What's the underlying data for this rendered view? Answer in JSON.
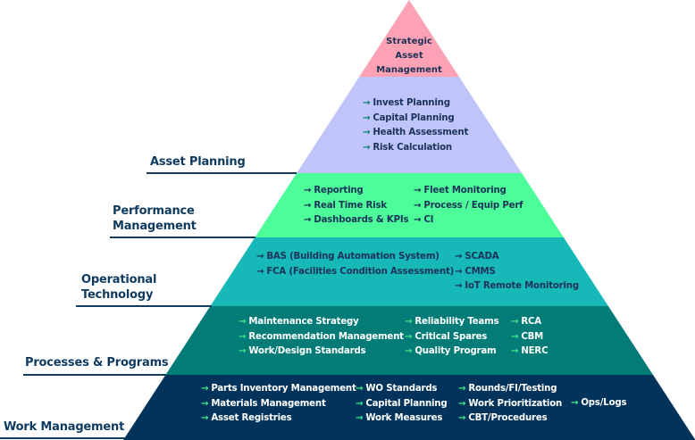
{
  "colors": {
    "tier1": "#fca2b4",
    "tier2": "#bfc5fb",
    "tier3": "#4cfd9a",
    "tier4": "#17b8b8",
    "tier5": "#037b77",
    "tier6": "#02335a",
    "label_text": "#0f3a5f",
    "arrow_green": "#3ee38c"
  },
  "icons": {
    "arrow": "→"
  },
  "tiers": [
    {
      "name": "Strategic Asset Management",
      "lines": [
        "Strategic",
        "Asset",
        "Management"
      ]
    },
    {
      "label": "Asset Planning",
      "columns": [
        [
          "Invest Planning",
          "Capital Planning",
          "Health Assessment",
          "Risk Calculation"
        ]
      ]
    },
    {
      "label_lines": [
        "Performance",
        "Management"
      ],
      "columns": [
        [
          "Reporting",
          "Real Time Risk",
          "Dashboards & KPIs"
        ],
        [
          "Fleet Monitoring",
          "Process / Equip Perf",
          "CI"
        ]
      ]
    },
    {
      "label_lines": [
        "Operational",
        "Technology"
      ],
      "columns": [
        [
          "BAS (Building Automation System)",
          "FCA (Facilities Condition Assessment)"
        ],
        [
          "SCADA",
          "CMMS",
          "IoT Remote Monitoring"
        ]
      ]
    },
    {
      "label": "Processes & Programs",
      "columns": [
        [
          "Maintenance Strategy",
          "Recommendation Management",
          "Work/Design Standards"
        ],
        [
          "Reliability Teams",
          "Critical Spares",
          "Quality Program"
        ],
        [
          "RCA",
          "CBM",
          "NERC"
        ]
      ]
    },
    {
      "label": "Work Management",
      "columns": [
        [
          "Parts Inventory Management",
          "Materials Management",
          "Asset Registries"
        ],
        [
          "WO Standards",
          "Capital Planning",
          "Work Measures"
        ],
        [
          "Rounds/FI/Testing",
          "Work Prioritization",
          "CBT/Procedures"
        ],
        [
          "Ops/Logs"
        ]
      ]
    }
  ]
}
